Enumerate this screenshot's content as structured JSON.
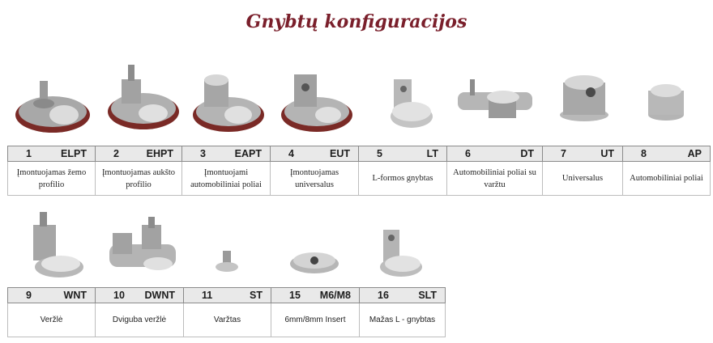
{
  "title": "Gnybtų konfiguracijos",
  "row1": [
    {
      "num": "1",
      "code": "ELPT",
      "desc": "Įmontuojamas žemo profilio",
      "icon": "low-profile-post-terminal-icon"
    },
    {
      "num": "2",
      "code": "EHPT",
      "desc": "Įmontuojamas aukšto profilio",
      "icon": "high-profile-post-terminal-icon"
    },
    {
      "num": "3",
      "code": "EAPT",
      "desc": "Įmontuojami automobiliniai poliai",
      "icon": "automotive-post-terminal-icon"
    },
    {
      "num": "4",
      "code": "EUT",
      "desc": "Įmontuojamas universalus",
      "icon": "universal-embedded-terminal-icon"
    },
    {
      "num": "5",
      "code": "LT",
      "desc": "L-formos gnybtas",
      "icon": "l-terminal-icon"
    },
    {
      "num": "6",
      "code": "DT",
      "desc": "Automobiliniai poliai su varžtu",
      "icon": "dual-terminal-icon"
    },
    {
      "num": "7",
      "code": "UT",
      "desc": "Universalus",
      "icon": "universal-terminal-icon"
    },
    {
      "num": "8",
      "code": "AP",
      "desc": "Automobiliniai poliai",
      "icon": "automotive-post-icon"
    }
  ],
  "row2": [
    {
      "num": "9",
      "code": "WNT",
      "desc": "Veržlė",
      "icon": "wing-nut-terminal-icon"
    },
    {
      "num": "10",
      "code": "DWNT",
      "desc": "Dviguba veržlė",
      "icon": "double-wing-nut-terminal-icon"
    },
    {
      "num": "11",
      "code": "ST",
      "desc": "Varžtas",
      "icon": "screw-terminal-icon"
    },
    {
      "num": "15",
      "code": "M6/M8",
      "desc": "6mm/8mm Insert",
      "icon": "insert-terminal-icon"
    },
    {
      "num": "16",
      "code": "SLT",
      "desc": "Mažas L - gnybtas",
      "icon": "small-l-terminal-icon"
    }
  ]
}
